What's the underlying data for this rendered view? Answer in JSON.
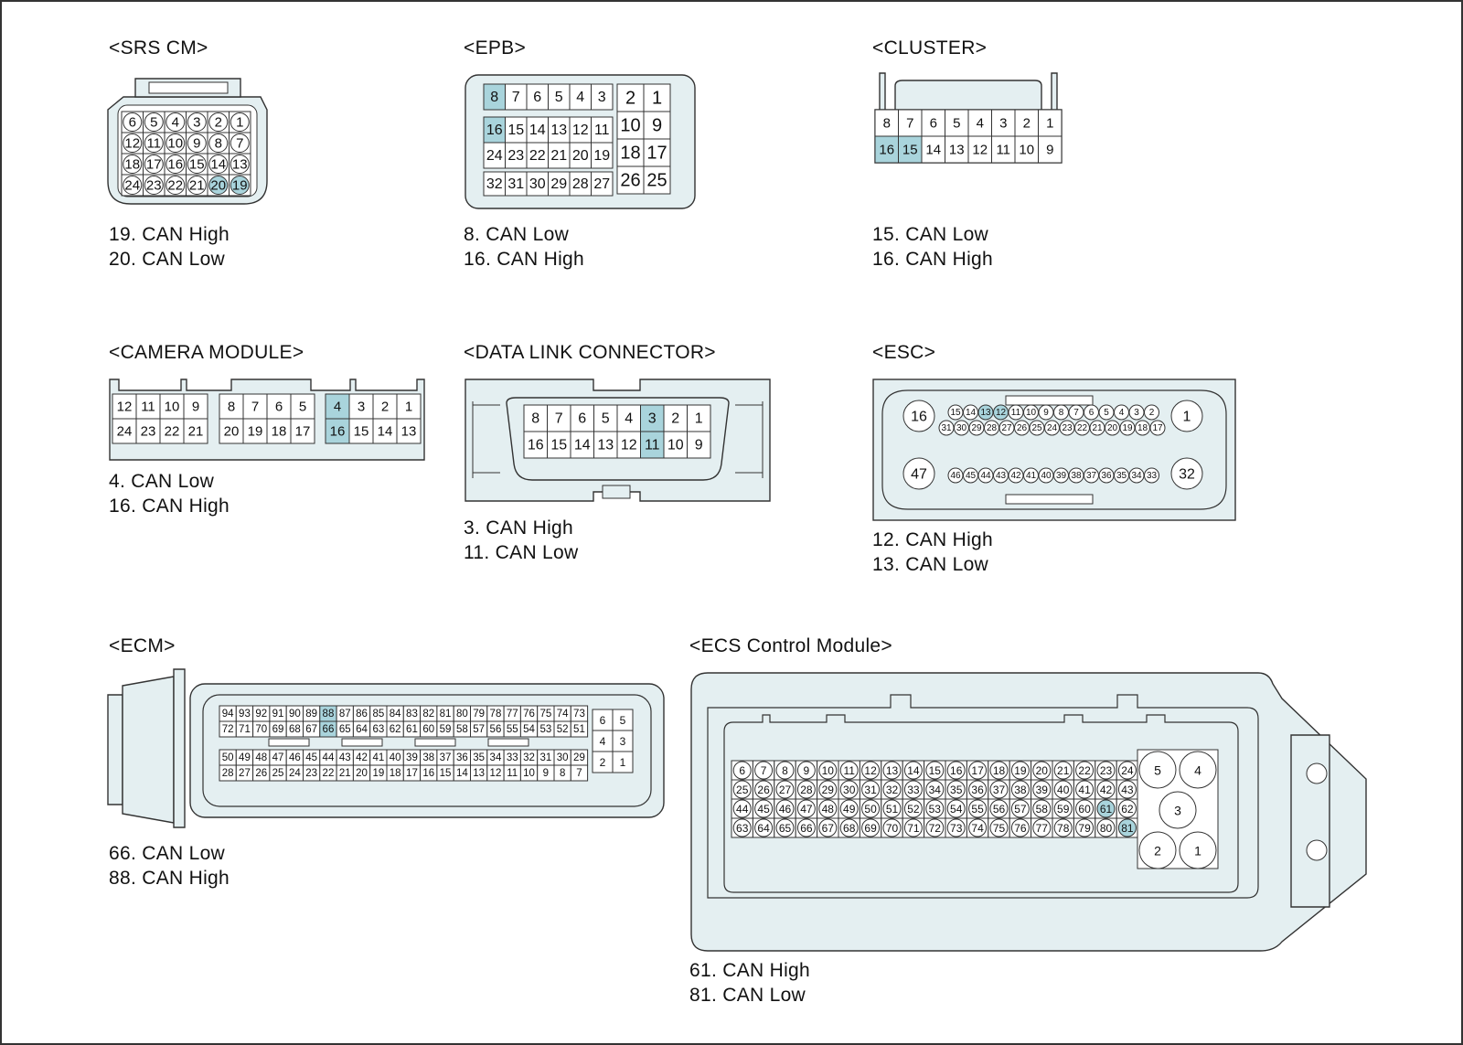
{
  "connectors": {
    "srs": {
      "title": "<SRS CM>",
      "pins": [
        [
          "6",
          "5",
          "4",
          "3",
          "2",
          "1"
        ],
        [
          "12",
          "11",
          "10",
          "9",
          "8",
          "7"
        ],
        [
          "18",
          "17",
          "16",
          "15",
          "14",
          "13"
        ],
        [
          "24",
          "23",
          "22",
          "21",
          "20",
          "19"
        ]
      ],
      "highlight": [
        "19",
        "20"
      ],
      "legend": [
        "19. CAN High",
        "20. CAN Low"
      ]
    },
    "epb": {
      "title": "<EPB>",
      "pins_small": [
        [
          "8",
          "7",
          "6",
          "5",
          "4",
          "3"
        ],
        [
          "16",
          "15",
          "14",
          "13",
          "12",
          "11"
        ],
        [
          "24",
          "23",
          "22",
          "21",
          "20",
          "19"
        ],
        [
          "32",
          "31",
          "30",
          "29",
          "28",
          "27"
        ]
      ],
      "pins_large": [
        [
          "2",
          "1"
        ],
        [
          "10",
          "9"
        ],
        [
          "18",
          "17"
        ],
        [
          "26",
          "25"
        ]
      ],
      "highlight": [
        "8",
        "16"
      ],
      "legend": [
        "8. CAN Low",
        "16. CAN High"
      ]
    },
    "cluster": {
      "title": "<CLUSTER>",
      "pins": [
        [
          "8",
          "7",
          "6",
          "5",
          "4",
          "3",
          "2",
          "1"
        ],
        [
          "16",
          "15",
          "14",
          "13",
          "12",
          "11",
          "10",
          "9"
        ]
      ],
      "highlight": [
        "15",
        "16"
      ],
      "legend": [
        "15. CAN Low",
        "16. CAN High"
      ]
    },
    "camera": {
      "title": "<CAMERA MODULE>",
      "groups": [
        [
          [
            "12",
            "11",
            "10",
            "9"
          ],
          [
            "24",
            "23",
            "22",
            "21"
          ]
        ],
        [
          [
            "8",
            "7",
            "6",
            "5"
          ],
          [
            "20",
            "19",
            "18",
            "17"
          ]
        ],
        [
          [
            "4",
            "3",
            "2",
            "1"
          ],
          [
            "16",
            "15",
            "14",
            "13"
          ]
        ]
      ],
      "highlight": [
        "4",
        "16"
      ],
      "legend": [
        "4. CAN Low",
        "16. CAN High"
      ]
    },
    "dlc": {
      "title": "<DATA LINK CONNECTOR>",
      "pins": [
        [
          "8",
          "7",
          "6",
          "5",
          "4",
          "3",
          "2",
          "1"
        ],
        [
          "16",
          "15",
          "14",
          "13",
          "12",
          "11",
          "10",
          "9"
        ]
      ],
      "highlight": [
        "3",
        "11"
      ],
      "legend": [
        "3. CAN High",
        "11. CAN Low"
      ]
    },
    "esc": {
      "title": "<ESC>",
      "big": [
        "16",
        "1",
        "47",
        "32"
      ],
      "row1": [
        "15",
        "14",
        "13",
        "12",
        "11",
        "10",
        "9",
        "8",
        "7",
        "6",
        "5",
        "4",
        "3",
        "2"
      ],
      "row2": [
        "31",
        "30",
        "29",
        "28",
        "27",
        "26",
        "25",
        "24",
        "23",
        "22",
        "21",
        "20",
        "19",
        "18",
        "17"
      ],
      "row3": [
        "46",
        "45",
        "44",
        "43",
        "42",
        "41",
        "40",
        "39",
        "38",
        "37",
        "36",
        "35",
        "34",
        "33"
      ],
      "highlight": [
        "12",
        "13"
      ],
      "legend": [
        "12. CAN High",
        "13. CAN Low"
      ]
    },
    "ecm": {
      "title": "<ECM>",
      "rows": [
        [
          "94",
          "93",
          "92",
          "91",
          "90",
          "89",
          "88",
          "87",
          "86",
          "85",
          "84",
          "83",
          "82",
          "81",
          "80",
          "79",
          "78",
          "77",
          "76",
          "75",
          "74",
          "73"
        ],
        [
          "72",
          "71",
          "70",
          "69",
          "68",
          "67",
          "66",
          "65",
          "64",
          "63",
          "62",
          "61",
          "60",
          "59",
          "58",
          "57",
          "56",
          "55",
          "54",
          "53",
          "52",
          "51"
        ],
        [
          "50",
          "49",
          "48",
          "47",
          "46",
          "45",
          "44",
          "43",
          "42",
          "41",
          "40",
          "39",
          "38",
          "37",
          "36",
          "35",
          "34",
          "33",
          "32",
          "31",
          "30",
          "29"
        ],
        [
          "28",
          "27",
          "26",
          "25",
          "24",
          "23",
          "22",
          "21",
          "20",
          "19",
          "18",
          "17",
          "16",
          "15",
          "14",
          "13",
          "12",
          "11",
          "10",
          "9",
          "8",
          "7"
        ]
      ],
      "side": [
        [
          "6",
          "5"
        ],
        [
          "4",
          "3"
        ],
        [
          "2",
          "1"
        ]
      ],
      "highlight": [
        "66",
        "88"
      ],
      "legend": [
        "66. CAN Low",
        "88. CAN High"
      ]
    },
    "ecs": {
      "title": "<ECS Control Module>",
      "rows": [
        [
          "6",
          "7",
          "8",
          "9",
          "10",
          "11",
          "12",
          "13",
          "14",
          "15",
          "16",
          "17",
          "18",
          "19",
          "20",
          "21",
          "22",
          "23",
          "24"
        ],
        [
          "25",
          "26",
          "27",
          "28",
          "29",
          "30",
          "31",
          "32",
          "33",
          "34",
          "35",
          "36",
          "37",
          "38",
          "39",
          "40",
          "41",
          "42",
          "43"
        ],
        [
          "44",
          "45",
          "46",
          "47",
          "48",
          "49",
          "50",
          "51",
          "52",
          "53",
          "54",
          "55",
          "56",
          "57",
          "58",
          "59",
          "60",
          "61",
          "62"
        ],
        [
          "63",
          "64",
          "65",
          "66",
          "67",
          "68",
          "69",
          "70",
          "71",
          "72",
          "73",
          "74",
          "75",
          "76",
          "77",
          "78",
          "79",
          "80",
          "81"
        ]
      ],
      "big": [
        "5",
        "4",
        "3",
        "2",
        "1"
      ],
      "highlight": [
        "61",
        "81"
      ],
      "legend": [
        "61. CAN High",
        "81. CAN Low"
      ]
    }
  }
}
